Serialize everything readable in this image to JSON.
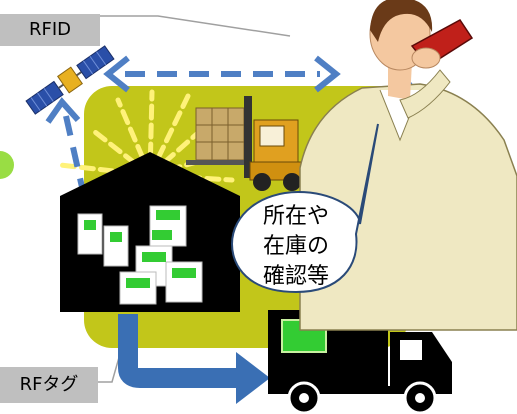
{
  "labels": {
    "rfid": "RFID",
    "rf_tag": "RFタグ"
  },
  "speech_bubble": {
    "lines": [
      "所在や",
      "在庫の",
      "確認等"
    ]
  },
  "colors": {
    "olive_background": "#c2c61a",
    "arrow_blue": "#4f7fc4",
    "flow_arrow": "#3a6fb4",
    "box_green": "#a8e050",
    "screen_green": "#33cc33",
    "signal_yellow": "#fff27a",
    "label_grey": "#bfbfbf",
    "lime_circle": "#99dd44"
  },
  "icons": [
    "satellite-icon",
    "warehouse-icon",
    "forklift-icon",
    "truck-icon",
    "woman-with-phone-icon"
  ]
}
